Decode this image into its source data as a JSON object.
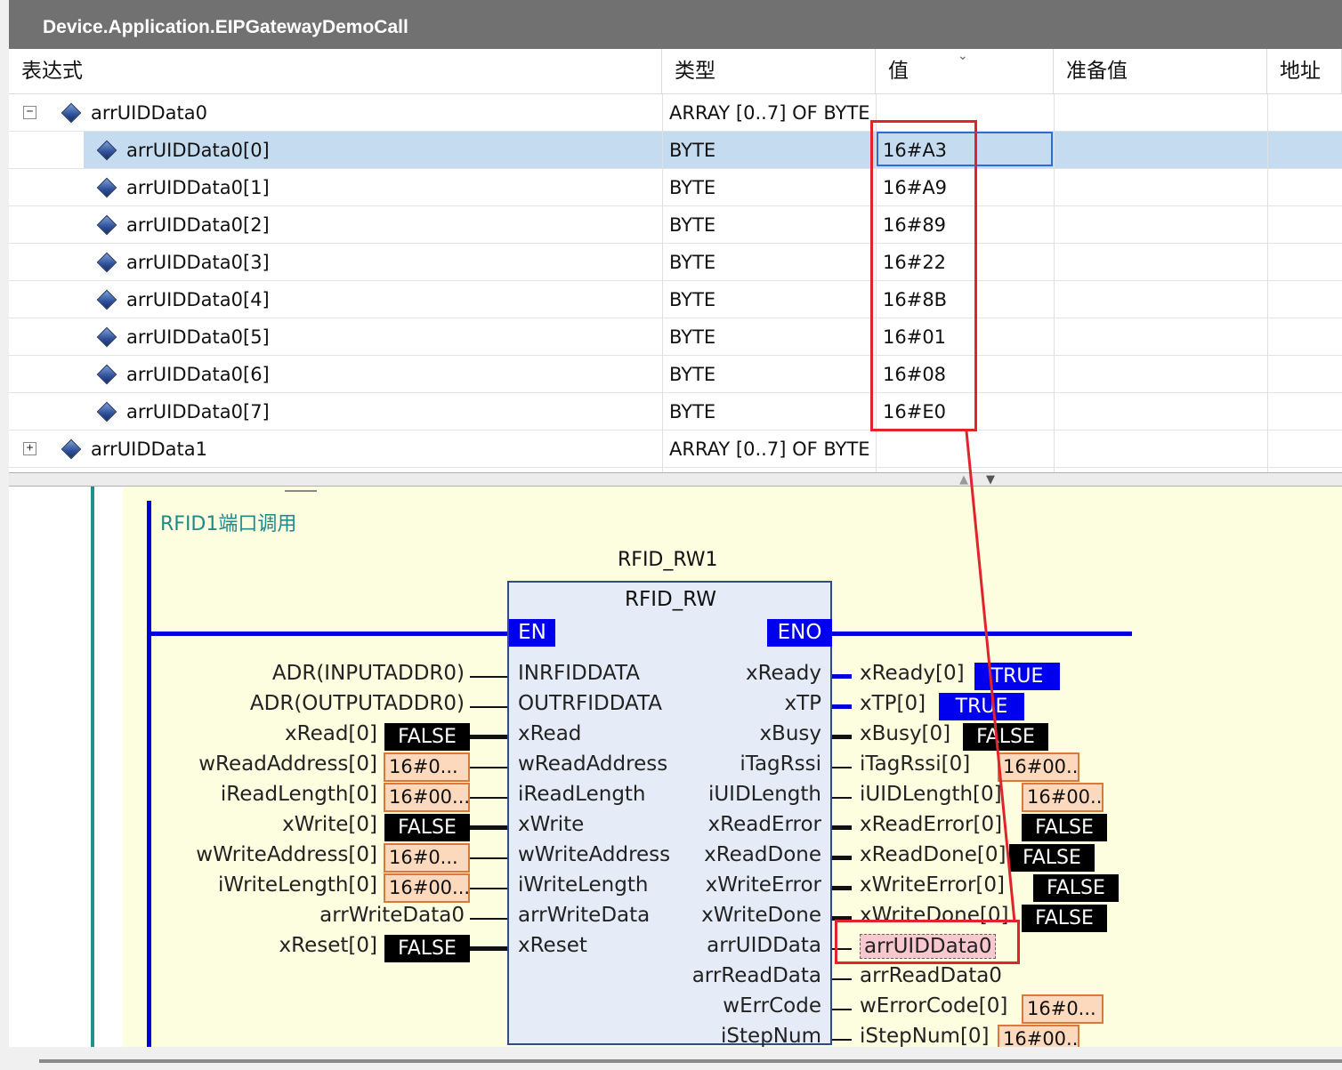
{
  "window": {
    "title": "Device.Application.EIPGatewayDemoCall"
  },
  "watch": {
    "columns": [
      "表达式",
      "类型",
      "值",
      "准备值",
      "地址"
    ],
    "rows": [
      {
        "expander": "−",
        "name": "arrUIDData0",
        "type": "ARRAY [0..7] OF BYTE",
        "value": ""
      },
      {
        "expander": "",
        "name": "arrUIDData0[0]",
        "type": "BYTE",
        "value": "16#A3"
      },
      {
        "expander": "",
        "name": "arrUIDData0[1]",
        "type": "BYTE",
        "value": "16#A9"
      },
      {
        "expander": "",
        "name": "arrUIDData0[2]",
        "type": "BYTE",
        "value": "16#89"
      },
      {
        "expander": "",
        "name": "arrUIDData0[3]",
        "type": "BYTE",
        "value": "16#22"
      },
      {
        "expander": "",
        "name": "arrUIDData0[4]",
        "type": "BYTE",
        "value": "16#8B"
      },
      {
        "expander": "",
        "name": "arrUIDData0[5]",
        "type": "BYTE",
        "value": "16#01"
      },
      {
        "expander": "",
        "name": "arrUIDData0[6]",
        "type": "BYTE",
        "value": "16#08"
      },
      {
        "expander": "",
        "name": "arrUIDData0[7]",
        "type": "BYTE",
        "value": "16#E0"
      },
      {
        "expander": "+",
        "name": "arrUIDData1",
        "type": "ARRAY [0..7] OF BYTE",
        "value": ""
      }
    ],
    "selected_row": 1
  },
  "editor": {
    "network_comment": "RFID1端口调用",
    "instance_name": "RFID_RW1",
    "fb_type": "RFID_RW",
    "en_label": "EN",
    "eno_label": "ENO",
    "inputs": [
      {
        "pin": "INRFIDDATA",
        "actual": "ADR(INPUTADDR0)",
        "value": "",
        "style": "none"
      },
      {
        "pin": "OUTRFIDDATA",
        "actual": "ADR(OUTPUTADDR0)",
        "value": "",
        "style": "none"
      },
      {
        "pin": "xRead",
        "actual": "xRead[0]",
        "value": "FALSE",
        "style": "black"
      },
      {
        "pin": "wReadAddress",
        "actual": "wReadAddress[0]",
        "value": "16#0...",
        "style": "orange"
      },
      {
        "pin": "iReadLength",
        "actual": "iReadLength[0]",
        "value": "16#00...",
        "style": "orange"
      },
      {
        "pin": "xWrite",
        "actual": "xWrite[0]",
        "value": "FALSE",
        "style": "black"
      },
      {
        "pin": "wWriteAddress",
        "actual": "wWriteAddress[0]",
        "value": "16#0...",
        "style": "orange"
      },
      {
        "pin": "iWriteLength",
        "actual": "iWriteLength[0]",
        "value": "16#00...",
        "style": "orange"
      },
      {
        "pin": "arrWriteData",
        "actual": "arrWriteData0",
        "value": "",
        "style": "none"
      },
      {
        "pin": "xReset",
        "actual": "xReset[0]",
        "value": "FALSE",
        "style": "black"
      }
    ],
    "outputs": [
      {
        "pin": "xReady",
        "actual": "xReady[0]",
        "value": "TRUE",
        "style": "blue"
      },
      {
        "pin": "xTP",
        "actual": "xTP[0]",
        "value": "TRUE",
        "style": "blue"
      },
      {
        "pin": "xBusy",
        "actual": "xBusy[0]",
        "value": "FALSE",
        "style": "black"
      },
      {
        "pin": "iTagRssi",
        "actual": "iTagRssi[0]",
        "value": "16#00...",
        "style": "orange"
      },
      {
        "pin": "iUIDLength",
        "actual": "iUIDLength[0]",
        "value": "16#00...",
        "style": "orange"
      },
      {
        "pin": "xReadError",
        "actual": "xReadError[0]",
        "value": "FALSE",
        "style": "black"
      },
      {
        "pin": "xReadDone",
        "actual": "xReadDone[0]",
        "value": "FALSE",
        "style": "black"
      },
      {
        "pin": "xWriteError",
        "actual": "xWriteError[0]",
        "value": "FALSE",
        "style": "black"
      },
      {
        "pin": "xWriteDone",
        "actual": "xWriteDone[0]",
        "value": "FALSE",
        "style": "black"
      },
      {
        "pin": "arrUIDData",
        "actual": "arrUIDData0",
        "value": "",
        "style": "highlight"
      },
      {
        "pin": "arrReadData",
        "actual": "arrReadData0",
        "value": "",
        "style": "none"
      },
      {
        "pin": "wErrCode",
        "actual": "wErrorCode[0]",
        "value": "16#0...",
        "style": "orange"
      },
      {
        "pin": "iStepNum",
        "actual": "iStepNum[0]",
        "value": "16#00...",
        "style": "orange"
      }
    ]
  },
  "colors": {
    "selection": "#c5dcf0",
    "annotation_red": "#e0242c",
    "bool_true": "#0000ee",
    "bool_false": "#000000",
    "numeric_box": "#fcd9bc",
    "network_bg": "#fdfde0",
    "power_rail": "#0000dd"
  }
}
